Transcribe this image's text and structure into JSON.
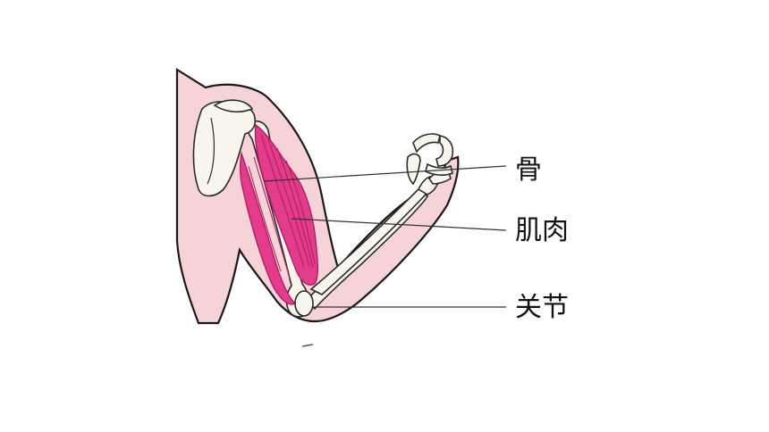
{
  "labels": {
    "bone": "骨",
    "muscle": "肌肉",
    "joint": "关节"
  },
  "colors": {
    "skin": "#f6d3d6",
    "skin_outline": "#1a1a1a",
    "bone": "#f7f5ec",
    "bone_outline": "#2a2a2a",
    "muscle": "#e23c8a",
    "muscle_dark": "#b01f66",
    "leader_line": "#333333"
  }
}
